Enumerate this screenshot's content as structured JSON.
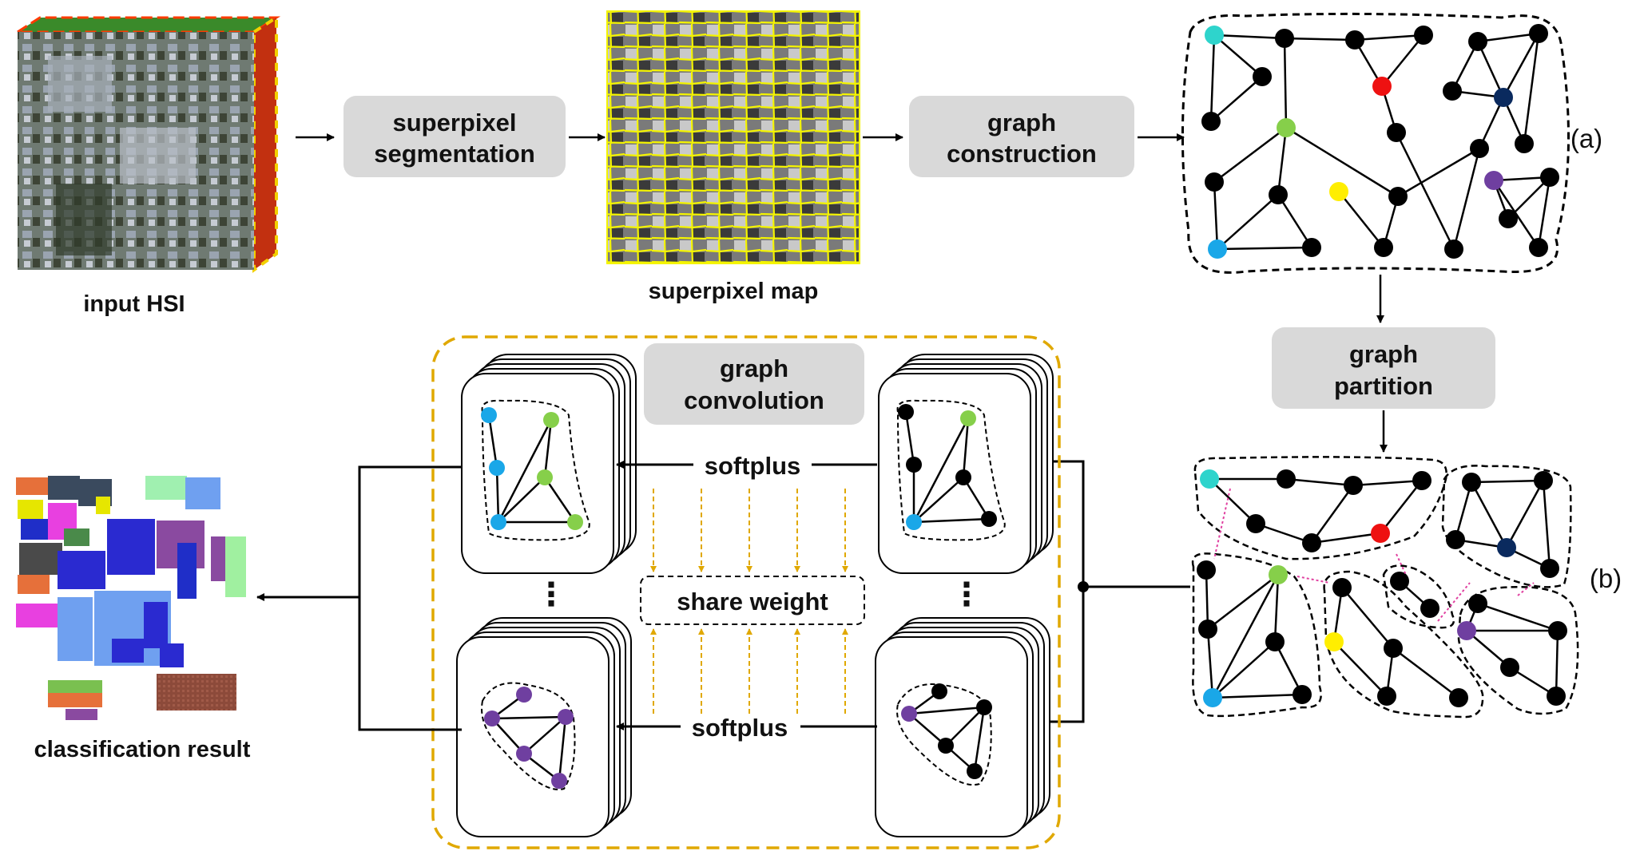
{
  "labels": {
    "input": "input HSI",
    "superpixel_map": "superpixel map",
    "classification": "classification result",
    "a": "(a)",
    "b": "(b)",
    "ellipsis": "⋮"
  },
  "steps": {
    "segmentation": [
      "superpixel",
      "segmentation"
    ],
    "construction": [
      "graph",
      "construction"
    ],
    "partition": [
      "graph",
      "partition"
    ],
    "convolution": [
      "graph",
      "convolution"
    ],
    "share": "share weight",
    "softplus": "softplus"
  },
  "colors": {
    "box_fill": "#d9d9d9",
    "node": "#000000",
    "cyan": "#2ed4cc",
    "red": "#ee1111",
    "navy": "#0a2a5e",
    "green": "#86cf4a",
    "yellow": "#ffee00",
    "blue": "#1aa7e8",
    "purple": "#6f3fa0",
    "pink": "#e040a0",
    "gold": "#e0a800",
    "superpixel_edge": "#f4f400"
  },
  "icons": {
    "hsi_cube": "hyperspectral-cube-icon",
    "superpixel": "superpixel-map-icon",
    "classification": "classification-map-icon"
  }
}
